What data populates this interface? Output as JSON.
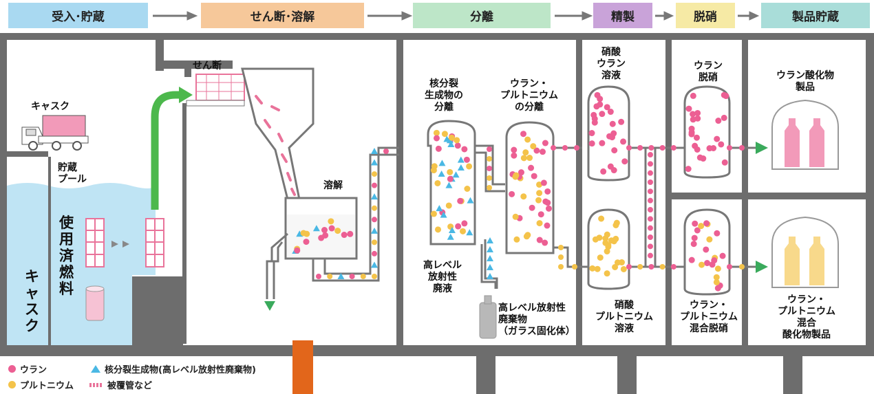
{
  "stages": [
    {
      "label": "受入･貯蔵",
      "color": "#a9d9f1"
    },
    {
      "label": "せん断･溶解",
      "color": "#f6c89a"
    },
    {
      "label": "分離",
      "color": "#bde6c8"
    },
    {
      "label": "精製",
      "color": "#c9a3d9"
    },
    {
      "label": "脱硝",
      "color": "#f6eaa5"
    },
    {
      "label": "製品貯蔵",
      "color": "#a9ddd9"
    }
  ],
  "labels": {
    "cask_top": "キャスク",
    "storage_pool": "貯蔵\nプール",
    "spent_fuel": "使\n用\n済\n燃\n料",
    "cask_vertical": "キ\nャ\nス\nク",
    "shearing": "せん断",
    "dissolution": "溶解",
    "fp_separation": "核分裂\n生成物の\n分離",
    "hlw_liquid": "高レベル\n放射性\n廃液",
    "upu_separation": "ウラン・\nプルトニウム\nの分離",
    "hlw_glass": "高レベル放射性\n廃棄物\n（ガラス固化体）",
    "uranyl_nitrate": "硝酸\nウラン\n溶液",
    "pu_nitrate": "硝酸\nプルトニウム\n溶液",
    "u_denitration": "ウラン\n脱硝",
    "mixed_denitration": "ウラン・\nプルトニウム\n混合脱硝",
    "u_oxide_product": "ウラン酸化物\n製品",
    "mox_product": "ウラン・\nプルトニウム\n混合\n酸化物製品"
  },
  "legend": [
    {
      "icon": "uranium-dot",
      "label": "ウラン"
    },
    {
      "icon": "fission-product-triangle",
      "label": "核分裂生成物(高レベル放射性廃棄物)"
    },
    {
      "icon": "plutonium-dot",
      "label": "プルトニウム"
    },
    {
      "icon": "cladding-swatch",
      "label": "被覆管など"
    }
  ],
  "colors": {
    "uranium": "#ec5f93",
    "plutonium": "#f4c34a",
    "fission_product": "#4ab8e4",
    "wall": "#6d6d6d",
    "pool": "#bfe4f4",
    "transfer_arrow": "#4cb84c",
    "output_arrow": "#3aaa5c",
    "uranium_product": "#f29ab9",
    "mox_product": "#f8d98b",
    "stack": "#e2661b"
  }
}
